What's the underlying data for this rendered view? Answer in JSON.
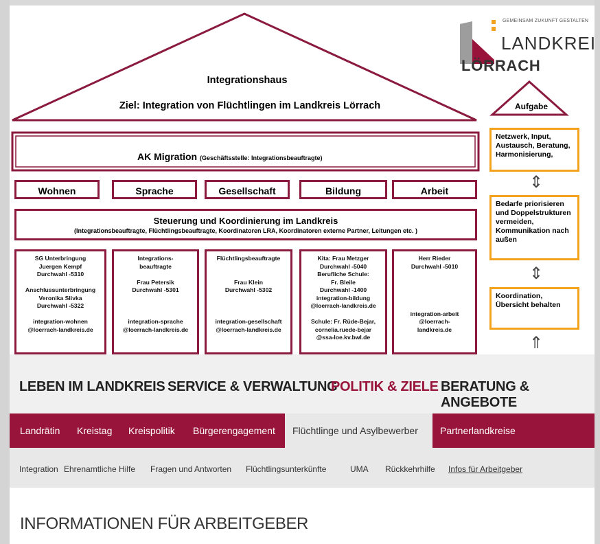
{
  "house": {
    "title": "Integrationshaus",
    "goal": "Ziel: Integration von Flüchtlingen im Landkreis Lörrach",
    "ak": "AK Migration",
    "ak_sub": "(Geschäftsstelle: Integrationsbeauftragte)",
    "pillars": [
      "Wohnen",
      "Sprache",
      "Gesellschaft",
      "Bildung",
      "Arbeit"
    ],
    "steering_title": "Steuerung und Koordinierung im Landkreis",
    "steering_sub": "(Integrationsbeauftragte, Flüchtlingsbeauftragte, Koordinatoren LRA, Koordinatoren externe Partner, Leitungen etc. )",
    "contact1": "SG Unterbringung\nJuergen Kempf\nDurchwahl -5310\n\nAnschlussunterbringung\nVeronika Slivka\nDurchwahl -5322\n\nintegration-wohnen\n@loerrach-landkreis.de",
    "contact2": "Integrations-\nbeauftragte\n\nFrau Petersik\nDurchwahl -5301\n\n\n\nintegration-sprache\n@loerrach-landkreis.de",
    "contact3": "Flüchtlingsbeauftragte\n\n\nFrau Klein\nDurchwahl -5302\n\n\n\nintegration-gesellschaft\n@loerrach-landkreis.de",
    "contact4": "Kita: Frau Metzger\nDurchwahl -5040\nBerufliche Schule:\nFr. Bleile\nDurchwahl -1400\nintegration-bildung\n@loerrach-landkreis.de\n\nSchule: Fr. Rüde-Bejar,\ncornelia.ruede-bejar\n@ssa-loe.kv.bwl.de",
    "contact5": "Herr Rieder\nDurchwahl -5010\n\n\n\n\n\nintegration-arbeit\n@loerrach-\nlandkreis.de",
    "aufgabe": "Aufgabe",
    "task1": "Netzwerk, Input, Austausch, Beratung, Harmonisierung,",
    "task2": "Bedarfe priorisieren und Doppelstrukturen vermeiden, Kommunikation nach außen",
    "task3": "Koordination, Übersicht behalten"
  },
  "logo": {
    "tagline": "GEMEINSAM ZUKUNFT GESTALTEN",
    "line1": "LANDKREIS",
    "line2": "LÖRRACH"
  },
  "main_nav": [
    "LEBEN IM LANDKREIS",
    "SERVICE & VERWALTUNG",
    "POLITIK & ZIELE",
    "BERATUNG & ANGEBOTE"
  ],
  "section_nav": [
    "Landrätin",
    "Kreistag",
    "Kreispolitik",
    "Bürgerengagement",
    "Flüchtlinge und Asylbewerber",
    "Partnerlandkreise"
  ],
  "sub_nav": [
    "Integration",
    "Ehrenamtliche Hilfe",
    "Fragen und Antworten",
    "Flüchtlingsunterkünfte",
    "UMA",
    "Rückkehrhilfe",
    "Infos für Arbeitgeber"
  ],
  "page_title": "INFORMATIONEN FÜR ARBEITGEBER",
  "colors": {
    "brand": "#98143a",
    "orange": "#f2a21d",
    "active_nav": "#98143a"
  }
}
